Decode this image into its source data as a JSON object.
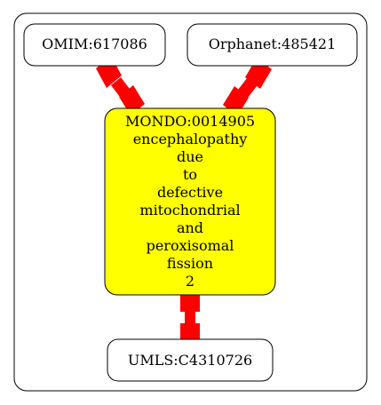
{
  "diagram": {
    "colors": {
      "background": "#ffffff",
      "border": "#000000",
      "edge": "#ff0000",
      "center_fill": "#ffff00",
      "node_fill": "#ffffff"
    },
    "nodes": {
      "omim": {
        "label": "OMIM:617086"
      },
      "orphanet": {
        "label": "Orphanet:485421"
      },
      "mondo": {
        "lines": [
          "MONDO:0014905",
          "encephalopathy",
          "due",
          "to",
          "defective",
          "mitochondrial",
          "and",
          "peroxisomal",
          "fission",
          "2"
        ]
      },
      "umls": {
        "label": "UMLS:C4310726"
      }
    },
    "edges": [
      {
        "from": "omim",
        "to": "mondo"
      },
      {
        "from": "orphanet",
        "to": "mondo"
      },
      {
        "from": "mondo",
        "to": "umls"
      }
    ]
  }
}
